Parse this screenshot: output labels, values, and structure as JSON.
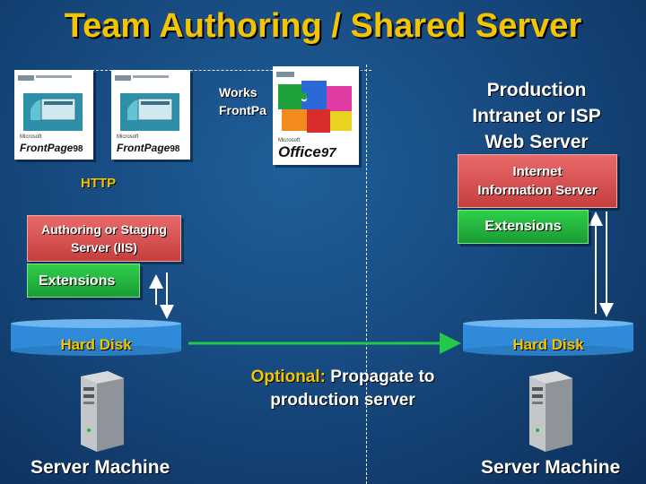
{
  "title": "Team Authoring / Shared Server",
  "workstation_label_line1": "Works",
  "workstation_label_line2": "FrontPa",
  "production_label_line1": "Production",
  "production_label_line2": "Intranet or ISP",
  "production_label_line3": "Web Server",
  "http_label": "HTTP",
  "authoring_server_line1": "Authoring or Staging",
  "authoring_server_line2": "Server (IIS)",
  "left_extensions": "Extensions",
  "iis_line1": "Internet",
  "iis_line2": "Information Server",
  "right_extensions": "Extensions",
  "left_hard_disk": "Hard Disk",
  "right_hard_disk": "Hard Disk",
  "optional_prefix": "Optional:",
  "optional_line1_rest": "Propagate to",
  "optional_line2": "production server",
  "left_server_machine": "Server Machine",
  "right_server_machine": "Server Machine",
  "frontpage_brand": "Microsoft",
  "frontpage_product": "FrontPage",
  "frontpage_version": "98",
  "office_brand": "Microsoft",
  "office_product": "Office",
  "office_version": "97",
  "colors": {
    "title": "#f4c400",
    "red_box": "#d94f4f",
    "green_box": "#22b33c",
    "disk": "#2f8bd9",
    "propagate_arrow": "#22c94a"
  }
}
